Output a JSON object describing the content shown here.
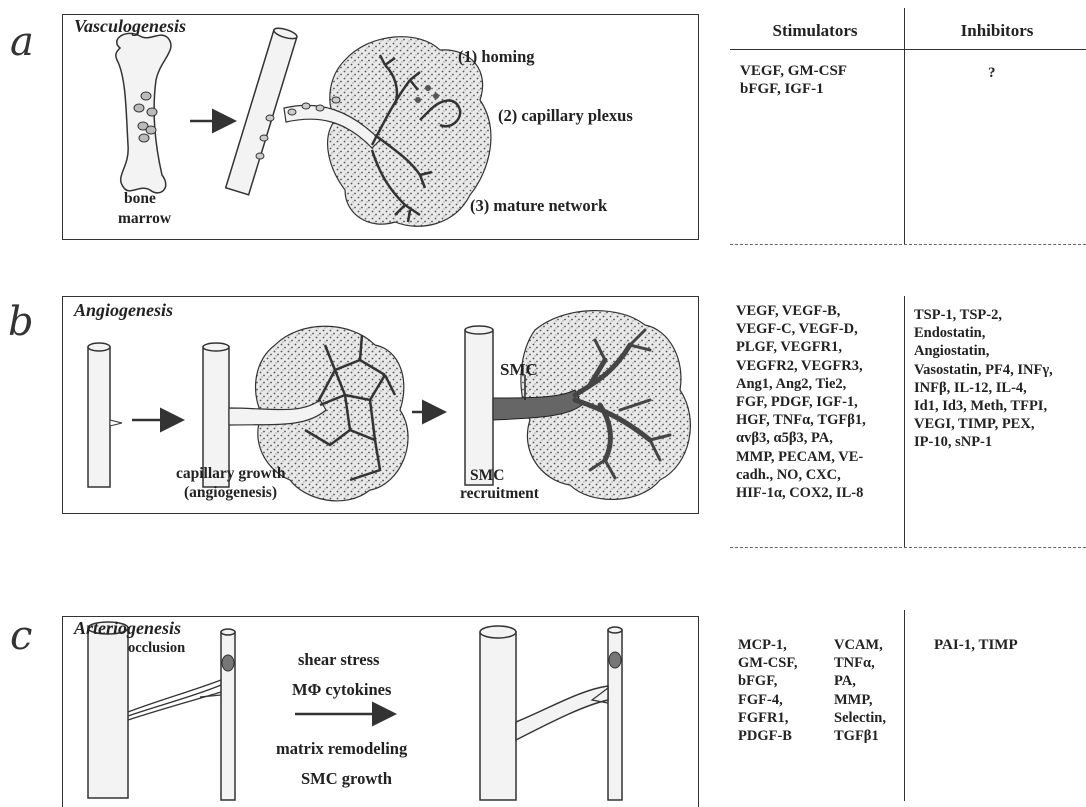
{
  "panels": [
    {
      "letter": "a",
      "title": "Vasculogenesis",
      "labels": {
        "homing": "(1) homing",
        "plexus": "(2) capillary plexus",
        "mature": "(3) mature network",
        "bone": "bone",
        "marrow": "marrow"
      },
      "stimulators": [
        "VEGF, GM-CSF",
        "bFGF, IGF-1"
      ],
      "inhibitors": [
        "?"
      ]
    },
    {
      "letter": "b",
      "title": "Angiogenesis",
      "labels": {
        "smc": "SMC",
        "capillary_growth": "capillary growth",
        "angiogenesis_paren": "(angiogenesis)",
        "smc_recruit_1": "SMC",
        "smc_recruit_2": "recruitment"
      },
      "stimulators": [
        "VEGF, VEGF-B,",
        "VEGF-C, VEGF-D,",
        "PLGF, VEGFR1,",
        "VEGFR2, VEGFR3,",
        "Ang1, Ang2, Tie2,",
        "FGF, PDGF, IGF-1,",
        "HGF, TNFα, TGFβ1,",
        "αvβ3, α5β3, PA,",
        "MMP, PECAM, VE-",
        "cadh., NO, CXC,",
        "HIF-1α, COX2, IL-8"
      ],
      "inhibitors": [
        "TSP-1, TSP-2,",
        "Endostatin,",
        "Angiostatin,",
        "Vasostatin, PF4, INFγ,",
        "INFβ, IL-12, IL-4,",
        "Id1, Id3, Meth, TFPI,",
        "VEGI, TIMP, PEX,",
        "IP-10, sNP-1"
      ]
    },
    {
      "letter": "c",
      "title": "Arteriogenesis",
      "labels": {
        "occlusion": "occlusion",
        "shear": "shear stress",
        "cytokines": "MΦ cytokines",
        "matrix": "matrix remodeling",
        "smc_growth": "SMC growth"
      },
      "stimulators_col1": [
        "MCP-1,",
        "GM-CSF,",
        "bFGF,",
        "FGF-4,",
        "FGFR1,",
        "PDGF-B"
      ],
      "stimulators_col2": [
        "VCAM,",
        "TNFα,",
        "PA,",
        "MMP,",
        "Selectin,",
        "TGFβ1"
      ],
      "inhibitors": [
        "PAI-1, TIMP"
      ]
    }
  ],
  "table": {
    "stimulators_header": "Stimulators",
    "inhibitors_header": "Inhibitors"
  }
}
